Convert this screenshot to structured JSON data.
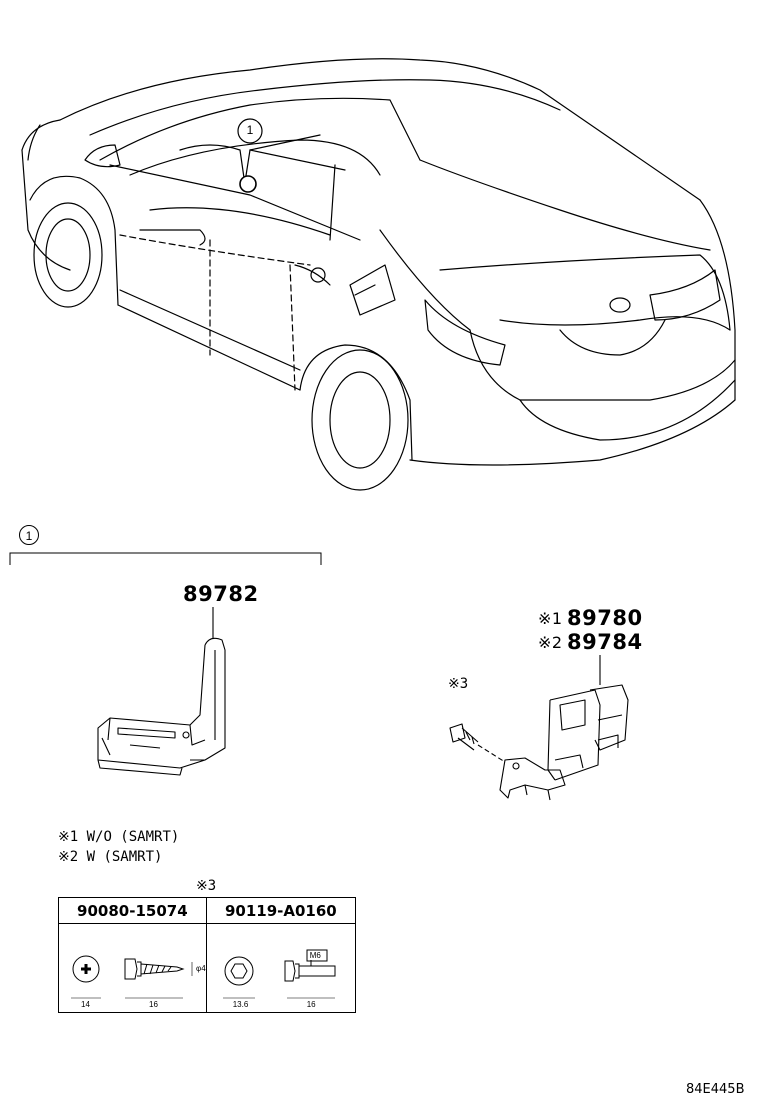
{
  "callout": {
    "number": "1"
  },
  "section": {
    "number": "1"
  },
  "parts": {
    "relay_bracket": "89782",
    "sensor_1": "89780",
    "sensor_2": "89784",
    "mark_1": "※1",
    "mark_2": "※2",
    "screw_mark": "※3"
  },
  "notes": {
    "note_1": "※1 W/O (SAMRT)",
    "note_2": "※2 W (SAMRT)"
  },
  "fastener_table": {
    "mark": "※3",
    "col1_part": "90080-15074",
    "col2_part": "90119-A0160",
    "col1_head_dim": "14",
    "col1_len_dim": "16",
    "col1_thread_dim": "φ4",
    "col2_head_dim": "13.6",
    "col2_len_dim": "16",
    "col2_thread_label": "M6"
  },
  "diagram_code": "84E445B"
}
